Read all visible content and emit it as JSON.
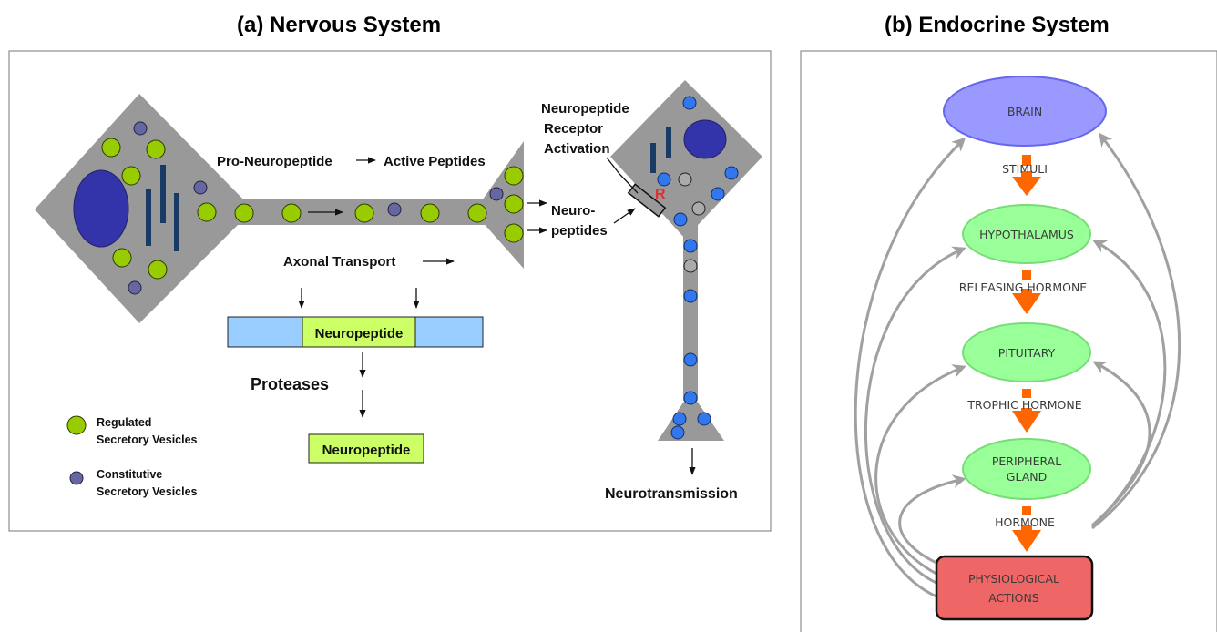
{
  "panel_a": {
    "title": "(a) Nervous System",
    "pro_neuropeptide": "Pro-Neuropeptide",
    "active_peptides": "Active Peptides",
    "receptor_line1": "Neuropeptide",
    "receptor_line2": "Receptor",
    "receptor_line3": "Activation",
    "receptor_letter": "R",
    "neuro_line1": "Neuro-",
    "neuro_line2": "peptides",
    "axonal_transport": "Axonal Transport",
    "neuropeptide_bar": "Neuropeptide",
    "proteases": "Proteases",
    "neuropeptide_box": "Neuropeptide",
    "neurotransmission": "Neurotransmission",
    "legend": {
      "regulated_line1": "Regulated",
      "regulated_line2": "Secretory Vesicles",
      "constitutive_line1": "Constitutive",
      "constitutive_line2": "Secretory Vesicles"
    }
  },
  "panel_b": {
    "title": "(b) Endocrine System",
    "brain": "BRAIN",
    "stimuli": "STIMULI",
    "hypothalamus": "HYPOTHALAMUS",
    "releasing_hormone": "RELEASING HORMONE",
    "pituitary": "PITUITARY",
    "trophic_hormone": "TROPHIC HORMONE",
    "peripheral_line1": "PERIPHERAL",
    "peripheral_line2": "GLAND",
    "hormone": "HORMONE",
    "physio_line1": "PHYSIOLOGICAL",
    "physio_line2": "ACTIONS"
  },
  "colors": {
    "cell_gray": "#999999",
    "nucleus_blue": "#3333aa",
    "regulated_vesicle": "#99cc00",
    "constitutive_vesicle": "#6666a0",
    "released_vesicle": "#3377ee",
    "bar_blue": "#99ccff",
    "bar_green": "#ccff66",
    "brain_fill": "#9999ff",
    "gland_fill": "#99ff99",
    "physio_fill": "#ee6666",
    "orange_arrow": "#ff6600",
    "feedback_gray": "#a0a0a0"
  }
}
